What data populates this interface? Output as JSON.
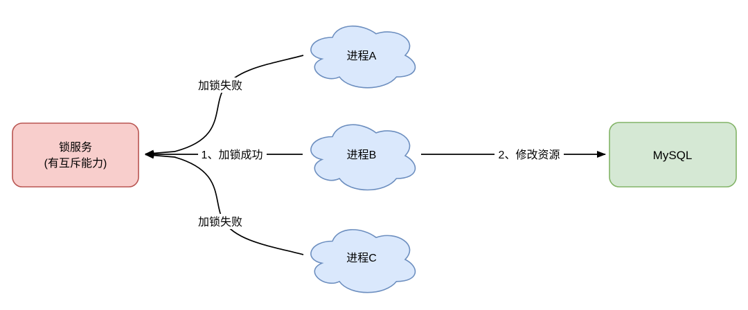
{
  "diagram": {
    "title": "distributed-lock-diagram",
    "nodes": {
      "lock_service": {
        "label_line1": "锁服务",
        "label_line2": "(有互斥能力)",
        "fill": "#f8cecc",
        "stroke": "#b85450"
      },
      "process_a": {
        "label": "进程A"
      },
      "process_b": {
        "label": "进程B"
      },
      "process_c": {
        "label": "进程C"
      },
      "mysql": {
        "label": "MySQL",
        "fill": "#d5e8d4",
        "stroke": "#82b366"
      }
    },
    "colors": {
      "cloud_fill": "#dae8fc",
      "cloud_stroke": "#6c8ebf",
      "edge": "#000000",
      "label_background": "#ffffff"
    },
    "edges": {
      "a_to_lock": {
        "label": "加锁失败"
      },
      "b_to_lock": {
        "label": "1、加锁成功"
      },
      "c_to_lock": {
        "label": "加锁失败"
      },
      "b_to_mysql": {
        "label": "2、修改资源"
      }
    }
  }
}
